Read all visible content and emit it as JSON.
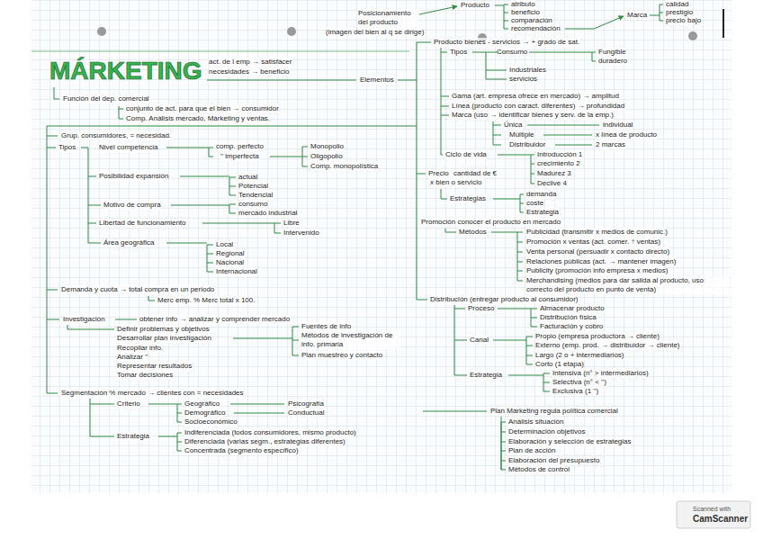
{
  "diagram": {
    "title": "MÁRKETING",
    "labels": [
      "Producto",
      "Posicionamiento del producto",
      "(imagen del bien al q se dirige)",
      "atributo",
      "beneficio",
      "comparación",
      "recomendación",
      "Marca",
      "calidad",
      "prestigio",
      "precio bajo",
      "act. de l emp → satisfacer",
      "necesidades → beneficio",
      "Elementos",
      "Función del dep. comercial",
      "conjunto de act. para que el bien → consumidor",
      "Comp. Análisis mercado, Márketing y ventas.",
      "Grup. consumidores, = necesidad.",
      "Tipos",
      "Nivel competencia",
      "comp. perfecto",
      "'' imperfecta",
      "Monopolio",
      "Oligopolio",
      "Comp. monopolística",
      "Posibilidad expansión",
      "actual",
      "Potencial",
      "Tendencial",
      "Motivo de compra",
      "consumo",
      "mercado industrial",
      "Libertad de funcionamiento",
      "Libre",
      "Intervenido",
      "Área geográfica",
      "Local",
      "Regional",
      "Nacional",
      "Internacional",
      "Demanda y cuota → total compra en un periodo",
      "Merc emp. % Merc total x 100.",
      "Investigación",
      "obtener info → analizar y comprender mercado",
      "Definir problemas y objetivos",
      "Desarrollar plan investigación",
      "Recopilar info.",
      "Analizar ''",
      "Representar resultados",
      "Tomar decisiones",
      "Fuentes de info",
      "Métodos de investigación de info. primaria",
      "Plan muestreo y contacto",
      "Segmentación % mercado → clientes con = necesidades",
      "Criterio",
      "Geográfico",
      "Demográfico",
      "Socioeconómico",
      "Psicografía",
      "Conductual",
      "Estrategia",
      "Indiferenciada (todos consumidores, mismo producto)",
      "Diferenciada (varias segm., estrategias diferentes)",
      "Concentrada (segmento específico)",
      "Producto bienes - servicios → + grado de sat.",
      "Tipos",
      "Consumo",
      "Fungible",
      "duradero",
      "Industriales",
      "servicios",
      "Gama (art. empresa ofrece en mercado) → amplitud",
      "Línea (producto con caract. diferentes) → profundidad",
      "Marca (uso → identificar bienes y serv. de la emp.)",
      "Única",
      "individual",
      "Múltiple",
      "x línea de producto",
      "Distribuidor",
      "2 marcas",
      "Ciclo de vida",
      "Introducción 1",
      "crecimiento 2",
      "Madurez 3",
      "Declive 4",
      "Precio",
      "cantidad de €",
      "x bien o servicio",
      "Estrategias",
      "demanda",
      "coste",
      "Estrategia",
      "Promoción conocer el producto en mercado",
      "Métodos",
      "Publicidad (transmitir x medios de comunic.)",
      "Promoción x ventas (act. comer. ↑ ventas)",
      "Venta personal (persuadir x contacto directo)",
      "Relaciones públicas (act. → mantener imagen)",
      "Publicity (promoción info empresa x medios)",
      "Merchandising (medios para dar salida al producto, uso correcto del producto en punto de venta)",
      "Distribución (entregar producto al consumidor)",
      "Proceso",
      "Almacenar producto",
      "Distribución física",
      "Facturación y cobro",
      "Canal",
      "Propio (empresa productora → cliente)",
      "Externo (emp. prod. → distribuidor → cliente)",
      "Largo (2 o + intermediarios)",
      "Corto (1 etapa)",
      "Estrategia",
      "Intensiva (n° > intermediarios)",
      "Selectiva (n° < '')",
      "Exclusiva (1 '')",
      "Plan Márketing regula política comercial",
      "Análisis situación",
      "Determinación objetivos",
      "Elaboración y selección de estrategias",
      "Plan de acción",
      "Elaboración del presupuesto",
      "Métodos de control",
      "Scanned with",
      "CamScanner"
    ]
  }
}
